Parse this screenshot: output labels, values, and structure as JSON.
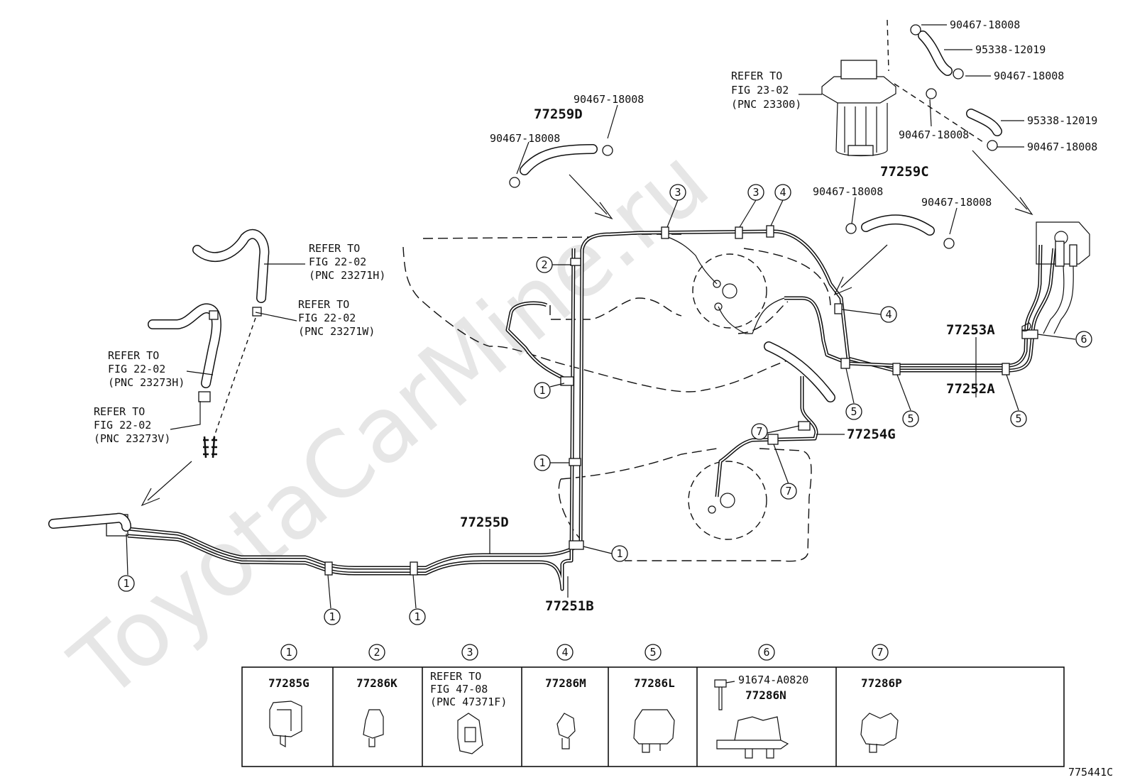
{
  "watermark": "ToyotaCarMine.ru",
  "figure_id": "775441C",
  "refs": {
    "r1": [
      "REFER TO",
      "FIG 22-02",
      "(PNC 23271H)"
    ],
    "r2": [
      "REFER TO",
      "FIG 22-02",
      "(PNC 23271W)"
    ],
    "r3": [
      "REFER TO",
      "FIG 22-02",
      "(PNC 23273H)"
    ],
    "r4": [
      "REFER TO",
      "FIG 22-02",
      "(PNC 23273V)"
    ],
    "r5": [
      "REFER TO",
      "FIG 23-02",
      "(PNC 23300)"
    ]
  },
  "parts": {
    "p77259D": "77259D",
    "p77259C": "77259C",
    "p77253A": "77253A",
    "p77252A": "77252A",
    "p77254G": "77254G",
    "p77255D": "77255D",
    "p77251B": "77251B",
    "clamp": "90467-18008",
    "hose": "95338-12019"
  },
  "legend": {
    "items": [
      {
        "num": "1",
        "part": "77285G"
      },
      {
        "num": "2",
        "part": "77286K"
      },
      {
        "num": "3",
        "part": "",
        "ref": [
          "REFER TO",
          "FIG 47-08",
          "(PNC 47371F)"
        ]
      },
      {
        "num": "4",
        "part": "77286M"
      },
      {
        "num": "5",
        "part": "77286L"
      },
      {
        "num": "6",
        "part": "77286N",
        "extra": "91674-A0820"
      },
      {
        "num": "7",
        "part": "77286P"
      }
    ]
  }
}
